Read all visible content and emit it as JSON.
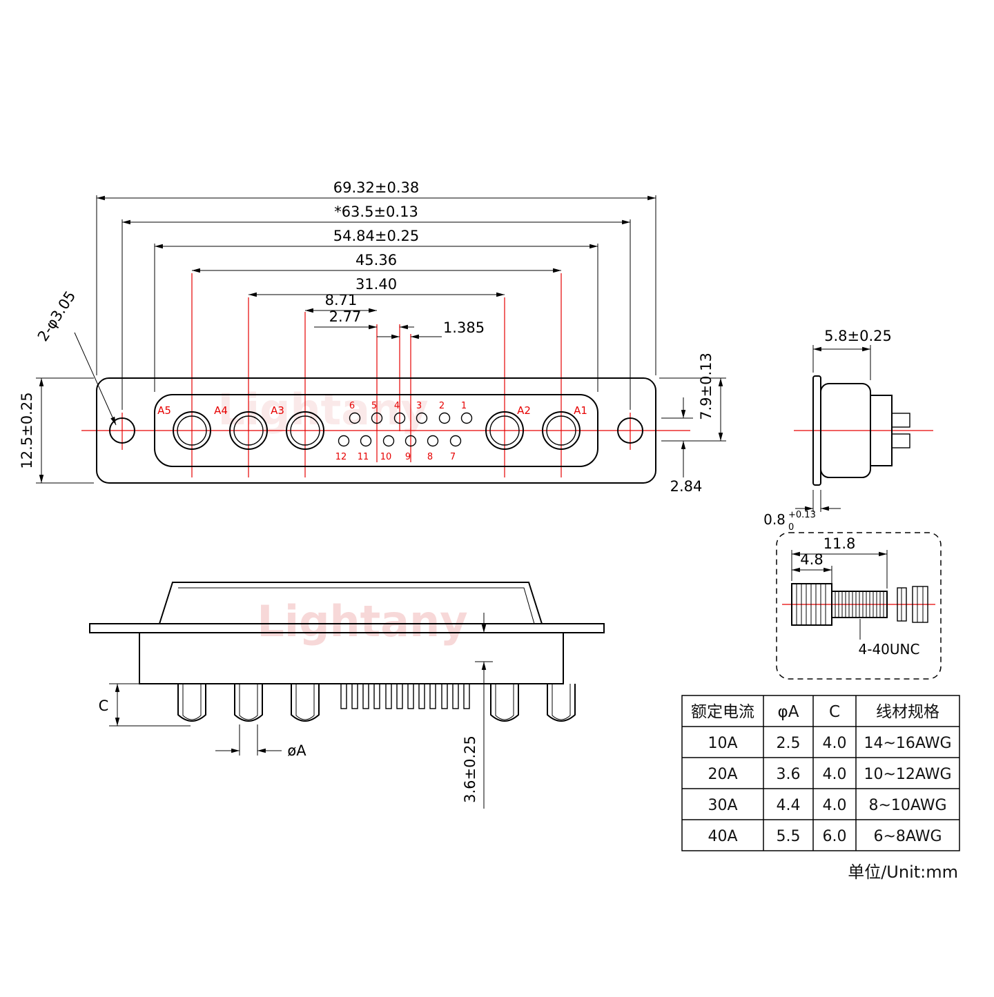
{
  "watermark": {
    "text": "Lightany"
  },
  "front": {
    "dim_69": "69.32±0.38",
    "dim_63": "*63.5±0.13",
    "dim_54": "54.84±0.25",
    "dim_45": "45.36",
    "dim_31": "31.40",
    "dim_8": "8.71",
    "dim_2_77": "2.77",
    "dim_1_385": "1.385",
    "dim_height": "12.5±0.25",
    "dim_hole": "2-φ3.05",
    "dim_7_9": "7.9±0.13",
    "dim_2_84": "2.84",
    "labels": {
      "a5": "A5",
      "a4": "A4",
      "a3": "A3",
      "a2": "A2",
      "a1": "A1"
    },
    "pins_top": [
      "6",
      "5",
      "4",
      "3",
      "2",
      "1"
    ],
    "pins_bottom": [
      "12",
      "11",
      "10",
      "9",
      "8",
      "7"
    ]
  },
  "side": {
    "dim_width": "5.8±0.25",
    "dim_t_main": "0.8",
    "dim_t_sup": "+0.13",
    "dim_t_sub": "0"
  },
  "screw": {
    "dim_len": "11.8",
    "dim_head": "4.8",
    "thread": "4-40UNC"
  },
  "section": {
    "dim_c": "C",
    "dim_a": "øA",
    "dim_depth": "3.6±0.25"
  },
  "table": {
    "headers": [
      "额定电流",
      "φA",
      "C",
      "线材规格"
    ],
    "rows": [
      [
        "10A",
        "2.5",
        "4.0",
        "14~16AWG"
      ],
      [
        "20A",
        "3.6",
        "4.0",
        "10~12AWG"
      ],
      [
        "30A",
        "4.4",
        "4.0",
        "8~10AWG"
      ],
      [
        "40A",
        "5.5",
        "6.0",
        "6~8AWG"
      ]
    ]
  },
  "unit": "单位/Unit:mm"
}
